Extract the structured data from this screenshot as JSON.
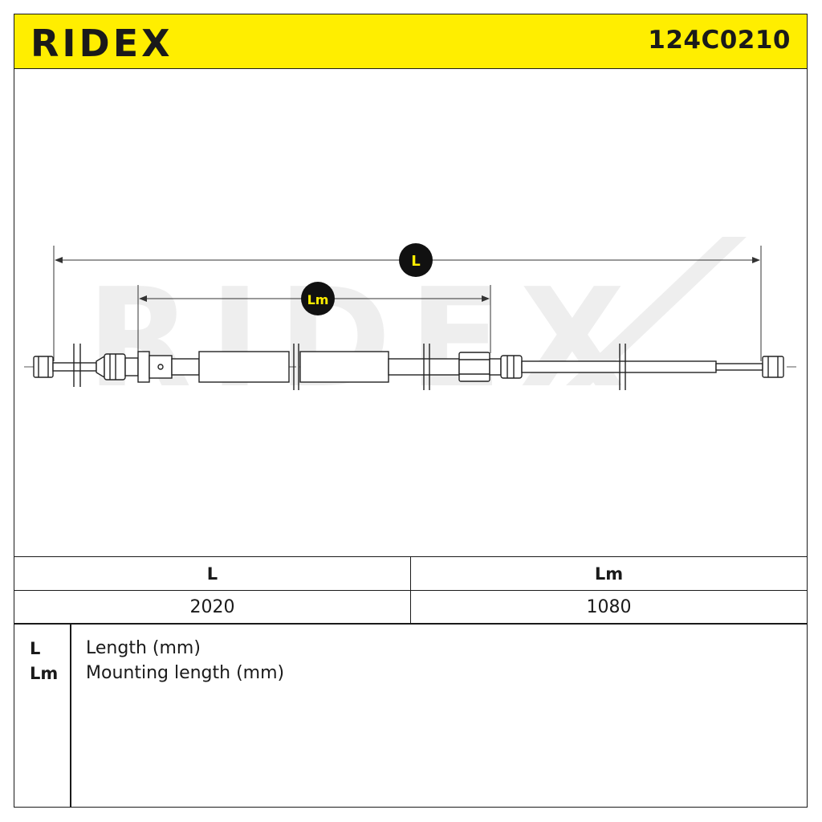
{
  "header": {
    "brand": "RIDEX",
    "part_number": "124C0210",
    "color": "#ffee00"
  },
  "drawing": {
    "dimension_L_label": "L",
    "dimension_Lm_label": "Lm",
    "watermark": "RIDEX"
  },
  "spec_table": {
    "headers": [
      "L",
      "Lm"
    ],
    "values": [
      "2020",
      "1080"
    ]
  },
  "legend": [
    {
      "code": "L",
      "description": "Length (mm)"
    },
    {
      "code": "Lm",
      "description": "Mounting length (mm)"
    }
  ]
}
